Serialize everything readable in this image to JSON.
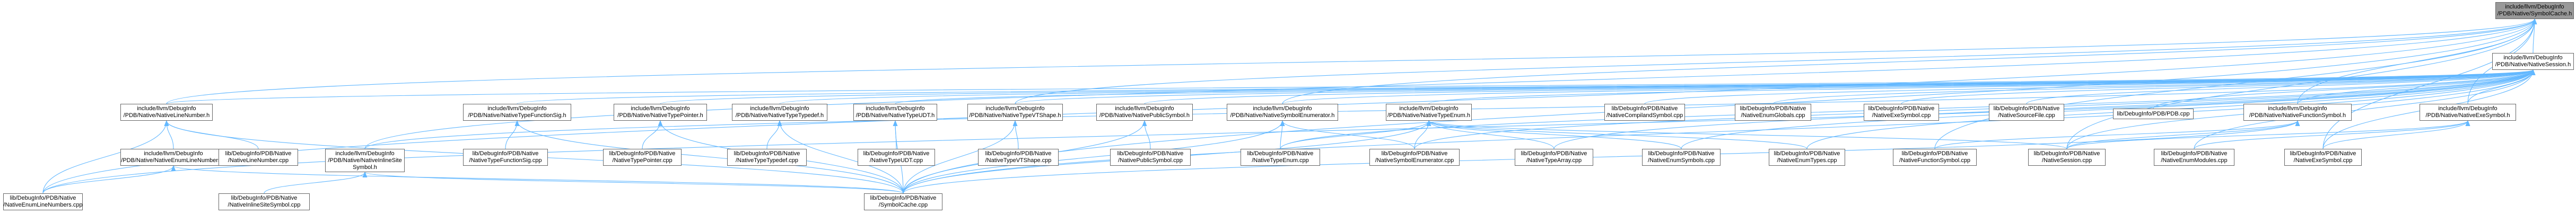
{
  "colors": {
    "edge": "#63b8ff",
    "node_border": "#666666",
    "root_fill": "#999999",
    "node_fill": "#ffffff"
  },
  "nodes": {
    "sc_h": {
      "lines": [
        "include/llvm/DebugInfo",
        "/PDB/Native/SymbolCache.h"
      ]
    },
    "ns_h": {
      "lines": [
        "include/llvm/DebugInfo",
        "/PDB/Native/NativeSession.h"
      ]
    },
    "nln_h": {
      "lines": [
        "include/llvm/DebugInfo",
        "/PDB/Native/NativeLineNumber.h"
      ]
    },
    "nils_h": {
      "lines": [
        "include/llvm/DebugInfo",
        "/PDB/Native/NativeInlineSite",
        "Symbol.h"
      ]
    },
    "ntfs_h": {
      "lines": [
        "include/llvm/DebugInfo",
        "/PDB/Native/NativeTypeFunctionSig.h"
      ]
    },
    "ntp_h": {
      "lines": [
        "include/llvm/DebugInfo",
        "/PDB/Native/NativeTypePointer.h"
      ]
    },
    "ntt_h": {
      "lines": [
        "include/llvm/DebugInfo",
        "/PDB/Native/NativeTypeTypedef.h"
      ]
    },
    "ntu_h": {
      "lines": [
        "include/llvm/DebugInfo",
        "/PDB/Native/NativeTypeUDT.h"
      ]
    },
    "ntv_h": {
      "lines": [
        "include/llvm/DebugInfo",
        "/PDB/Native/NativeTypeVTShape.h"
      ]
    },
    "nps_h": {
      "lines": [
        "include/llvm/DebugInfo",
        "/PDB/Native/NativePublicSymbol.h"
      ]
    },
    "nse_h": {
      "lines": [
        "include/llvm/DebugInfo",
        "/PDB/Native/NativeSymbolEnumerator.h"
      ]
    },
    "nte_h": {
      "lines": [
        "include/llvm/DebugInfo",
        "/PDB/Native/NativeTypeEnum.h"
      ]
    },
    "ncs_c": {
      "lines": [
        "lib/DebugInfo/PDB/Native",
        "/NativeCompilandSymbol.cpp"
      ]
    },
    "neg_c": {
      "lines": [
        "lib/DebugInfo/PDB/Native",
        "/NativeEnumGlobals.cpp"
      ]
    },
    "nes_c": {
      "lines": [
        "lib/DebugInfo/PDB/Native",
        "/NativeExeSymbol.cpp"
      ]
    },
    "nsf_c": {
      "lines": [
        "lib/DebugInfo/PDB/Native",
        "/NativeSourceFile.cpp"
      ]
    },
    "pdb_c": {
      "lines": [
        "lib/DebugInfo/PDB/PDB.cpp"
      ]
    },
    "nfs_h": {
      "lines": [
        "include/llvm/DebugInfo",
        "/PDB/Native/NativeFunctionSymbol.h"
      ]
    },
    "nxs_h": {
      "lines": [
        "include/llvm/DebugInfo",
        "/PDB/Native/NativeExeSymbol.h"
      ]
    },
    "nelnh": {
      "lines": [
        "include/llvm/DebugInfo",
        "/PDB/Native/NativeEnumLineNumbers.h"
      ]
    },
    "nln_c": {
      "lines": [
        "lib/DebugInfo/PDB/Native",
        "/NativeLineNumber.cpp"
      ]
    },
    "ntfs_c": {
      "lines": [
        "lib/DebugInfo/PDB/Native",
        "/NativeTypeFunctionSig.cpp"
      ]
    },
    "ntp_c": {
      "lines": [
        "lib/DebugInfo/PDB/Native",
        "/NativeTypePointer.cpp"
      ]
    },
    "ntt_c": {
      "lines": [
        "lib/DebugInfo/PDB/Native",
        "/NativeTypeTypedef.cpp"
      ]
    },
    "ntu_c": {
      "lines": [
        "lib/DebugInfo/PDB/Native",
        "/NativeTypeUDT.cpp"
      ]
    },
    "ntv_c": {
      "lines": [
        "lib/DebugInfo/PDB/Native",
        "/NativeTypeVTShape.cpp"
      ]
    },
    "nps_c": {
      "lines": [
        "lib/DebugInfo/PDB/Native",
        "/NativePublicSymbol.cpp"
      ]
    },
    "nte_c": {
      "lines": [
        "lib/DebugInfo/PDB/Native",
        "/NativeTypeEnum.cpp"
      ]
    },
    "nse_c": {
      "lines": [
        "lib/DebugInfo/PDB/Native",
        "/NativeSymbolEnumerator.cpp"
      ]
    },
    "nta_c": {
      "lines": [
        "lib/DebugInfo/PDB/Native",
        "/NativeTypeArray.cpp"
      ]
    },
    "nesy_c": {
      "lines": [
        "lib/DebugInfo/PDB/Native",
        "/NativeEnumSymbols.cpp"
      ]
    },
    "net_c": {
      "lines": [
        "lib/DebugInfo/PDB/Native",
        "/NativeEnumTypes.cpp"
      ]
    },
    "nfs_c": {
      "lines": [
        "lib/DebugInfo/PDB/Native",
        "/NativeFunctionSymbol.cpp"
      ]
    },
    "ns_c": {
      "lines": [
        "lib/DebugInfo/PDB/Native",
        "/NativeSession.cpp"
      ]
    },
    "nem_c": {
      "lines": [
        "lib/DebugInfo/PDB/Native",
        "/NativeEnumModules.cpp"
      ]
    },
    "nxs_c": {
      "lines": [
        "lib/DebugInfo/PDB/Native",
        "/NativeExeSymbol.cpp"
      ]
    },
    "neln_c": {
      "lines": [
        "lib/DebugInfo/PDB/Native",
        "/NativeEnumLineNumbers.cpp"
      ]
    },
    "nils_c": {
      "lines": [
        "lib/DebugInfo/PDB/Native",
        "/NativeInlineSiteSymbol.cpp"
      ]
    },
    "sc_c": {
      "lines": [
        "lib/DebugInfo/PDB/Native",
        "/SymbolCache.cpp"
      ]
    }
  },
  "edges": [
    [
      "sc_h",
      "ns_h"
    ],
    [
      "sc_h",
      "nln_h"
    ],
    [
      "sc_h",
      "nils_h"
    ],
    [
      "sc_h",
      "ntv_h"
    ],
    [
      "sc_h",
      "nse_h"
    ],
    [
      "sc_h",
      "nfs_h"
    ],
    [
      "sc_h",
      "nxs_h"
    ],
    [
      "sc_h",
      "nxs_c"
    ],
    [
      "sc_h",
      "sc_c"
    ],
    [
      "sc_h",
      "neln_c"
    ],
    [
      "sc_h",
      "nfs_c"
    ],
    [
      "sc_h",
      "ns_c"
    ],
    [
      "ns_h",
      "nln_h"
    ],
    [
      "ns_h",
      "nils_h"
    ],
    [
      "ns_h",
      "ntfs_h"
    ],
    [
      "ns_h",
      "ntp_h"
    ],
    [
      "ns_h",
      "ntt_h"
    ],
    [
      "ns_h",
      "ntu_h"
    ],
    [
      "ns_h",
      "ntv_h"
    ],
    [
      "ns_h",
      "nps_h"
    ],
    [
      "ns_h",
      "nse_h"
    ],
    [
      "ns_h",
      "nte_h"
    ],
    [
      "ns_h",
      "ncs_c"
    ],
    [
      "ns_h",
      "neg_c"
    ],
    [
      "ns_h",
      "nes_c"
    ],
    [
      "ns_h",
      "nsf_c"
    ],
    [
      "ns_h",
      "pdb_c"
    ],
    [
      "ns_h",
      "nfs_h"
    ],
    [
      "ns_h",
      "nxs_h"
    ],
    [
      "ns_h",
      "sc_c"
    ],
    [
      "ns_h",
      "nte_c"
    ],
    [
      "ns_h",
      "nse_c"
    ],
    [
      "ns_h",
      "nta_c"
    ],
    [
      "ns_h",
      "nesy_c"
    ],
    [
      "ns_h",
      "net_c"
    ],
    [
      "ns_h",
      "ns_c"
    ],
    [
      "ns_h",
      "nem_c"
    ],
    [
      "ns_h",
      "nxs_c"
    ],
    [
      "ns_h",
      "neln_c"
    ],
    [
      "nln_h",
      "nelnh"
    ],
    [
      "nln_h",
      "nln_c"
    ],
    [
      "nln_h",
      "sc_c"
    ],
    [
      "nln_h",
      "neln_c"
    ],
    [
      "nelnh",
      "neln_c"
    ],
    [
      "nelnh",
      "sc_c"
    ],
    [
      "nils_h",
      "nils_c"
    ],
    [
      "nils_h",
      "sc_c"
    ],
    [
      "ntfs_h",
      "ntfs_c"
    ],
    [
      "ntfs_h",
      "sc_c"
    ],
    [
      "ntp_h",
      "ntp_c"
    ],
    [
      "ntp_h",
      "sc_c"
    ],
    [
      "ntt_h",
      "ntt_c"
    ],
    [
      "ntt_h",
      "sc_c"
    ],
    [
      "ntu_h",
      "ntu_c"
    ],
    [
      "ntu_h",
      "sc_c"
    ],
    [
      "ntv_h",
      "ntv_c"
    ],
    [
      "ntv_h",
      "sc_c"
    ],
    [
      "nps_h",
      "nps_c"
    ],
    [
      "nps_h",
      "sc_c"
    ],
    [
      "nse_h",
      "nse_c"
    ],
    [
      "nse_h",
      "nte_c"
    ],
    [
      "nse_h",
      "sc_c"
    ],
    [
      "nte_h",
      "nte_c"
    ],
    [
      "nte_h",
      "nse_c"
    ],
    [
      "nte_h",
      "nta_c"
    ],
    [
      "nte_h",
      "nesy_c"
    ],
    [
      "nte_h",
      "net_c"
    ],
    [
      "nte_h",
      "ns_c"
    ],
    [
      "nte_h",
      "sc_c"
    ],
    [
      "nfs_h",
      "nfs_c"
    ],
    [
      "nfs_h",
      "ns_c"
    ],
    [
      "nfs_h",
      "sc_c"
    ],
    [
      "nxs_h",
      "ns_c"
    ],
    [
      "nxs_h",
      "nem_c"
    ],
    [
      "nxs_h",
      "nxs_c"
    ]
  ]
}
